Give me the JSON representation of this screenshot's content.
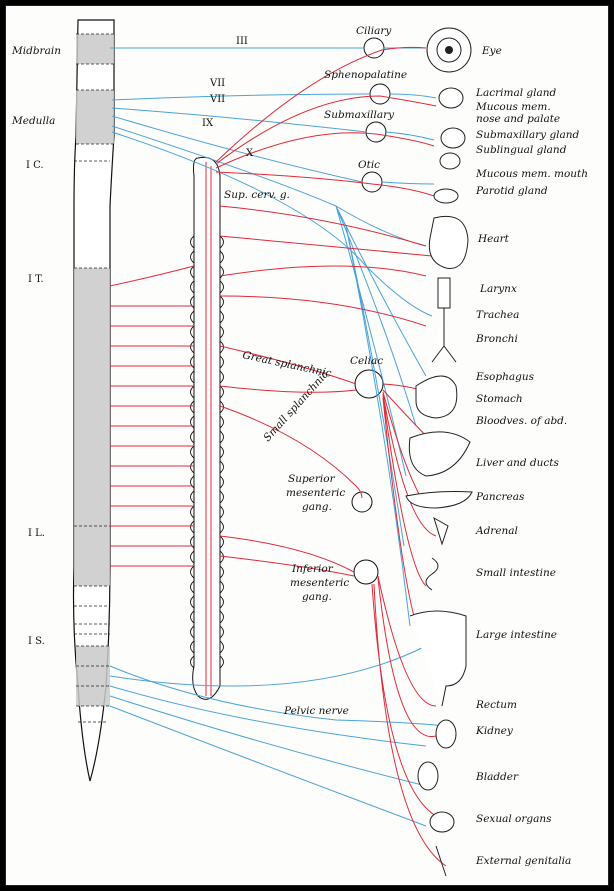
{
  "cord_labels": {
    "midbrain": "Midbrain",
    "medulla": "Medulla",
    "cervical": "I C.",
    "thoracic": "I T.",
    "lumbar": "I L.",
    "sacral": "I S."
  },
  "cranial_nerves": [
    "III",
    "VII",
    "VII",
    "IX",
    "X"
  ],
  "ganglia": {
    "ciliary": "Ciliary",
    "sphenopalatine": "Sphenopalatine",
    "submaxillary": "Submaxillary",
    "otic": "Otic",
    "superior_cervical": "Sup. cerv. g.",
    "celiac": "Celiac",
    "superior_mesenteric": [
      "Superior",
      "mesenteric",
      "gang."
    ],
    "inferior_mesenteric": [
      "Inferior",
      "mesenteric",
      "gang."
    ]
  },
  "nerves": {
    "great_splanchnic": "Great splanchnic",
    "small_splanchnic": "Small splanchnic",
    "pelvic": "Pelvic nerve"
  },
  "organs": [
    "Eye",
    "Lacrimal gland",
    "Mucous mem.",
    "nose and palate",
    "Submaxillary gland",
    "Sublingual gland",
    "Mucous mem. mouth",
    "Parotid gland",
    "Heart",
    "Larynx",
    "Trachea",
    "Bronchi",
    "Esophagus",
    "Stomach",
    "Bloodves. of abd.",
    "Liver and ducts",
    "Pancreas",
    "Adrenal",
    "Small intestine",
    "Large intestine",
    "Rectum",
    "Kidney",
    "Bladder",
    "Sexual organs",
    "External genitalia"
  ],
  "colors": {
    "sympathetic": "#e02a3a",
    "parasympathetic": "#4aa3d8",
    "background": "#fdfdfb"
  }
}
